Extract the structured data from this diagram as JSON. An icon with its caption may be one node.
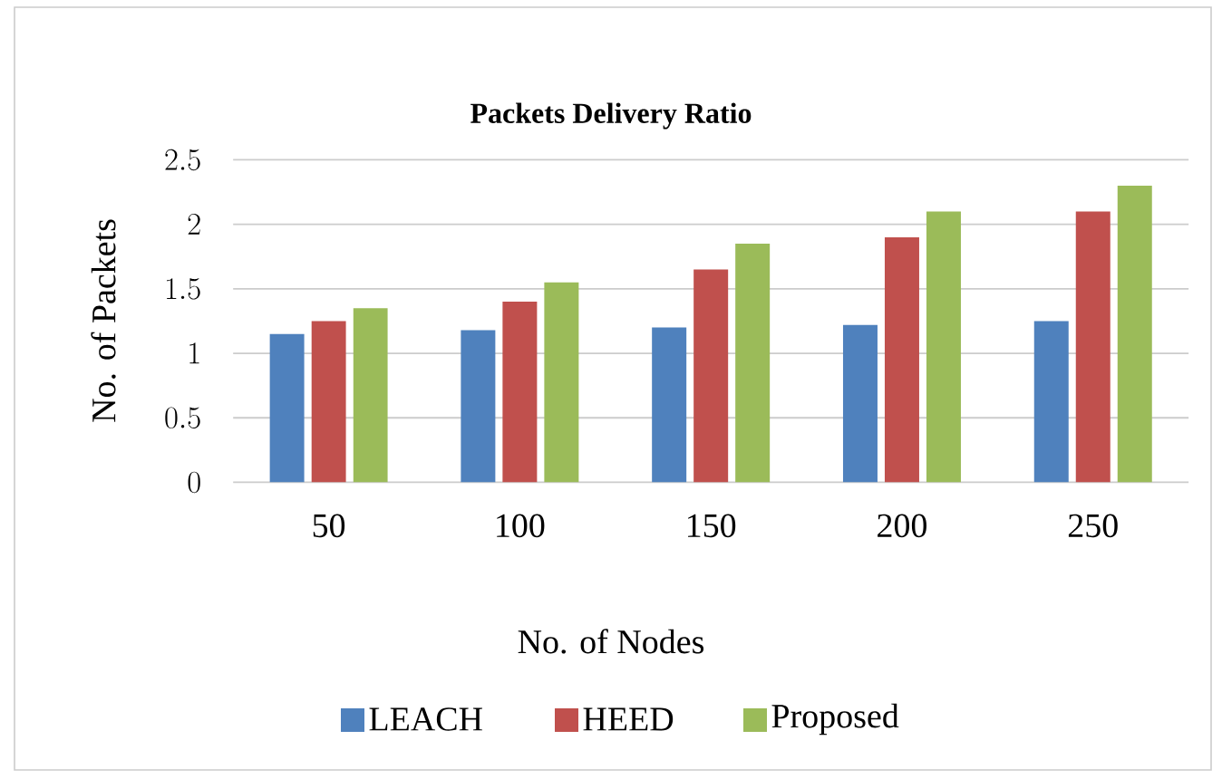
{
  "diagram": {
    "chart_data": {
      "type": "bar",
      "title": "Packets Delivery Ratio",
      "xlabel": "No. of Nodes",
      "ylabel": "No. of Packets",
      "categories": [
        "50",
        "100",
        "150",
        "200",
        "250"
      ],
      "series": [
        {
          "name": "LEACH",
          "color": "#4f81bd",
          "values": [
            1.15,
            1.18,
            1.2,
            1.22,
            1.25
          ]
        },
        {
          "name": "HEED",
          "color": "#c0504d",
          "values": [
            1.25,
            1.4,
            1.65,
            1.9,
            2.1
          ]
        },
        {
          "name": "Proposed",
          "color": "#9bbb59",
          "values": [
            1.35,
            1.55,
            1.85,
            2.1,
            2.3
          ]
        }
      ],
      "ylim": [
        0,
        2.5
      ],
      "yticks": [
        0,
        0.5,
        1,
        1.5,
        2,
        2.5
      ],
      "grid": true,
      "legend": "bottom"
    }
  }
}
